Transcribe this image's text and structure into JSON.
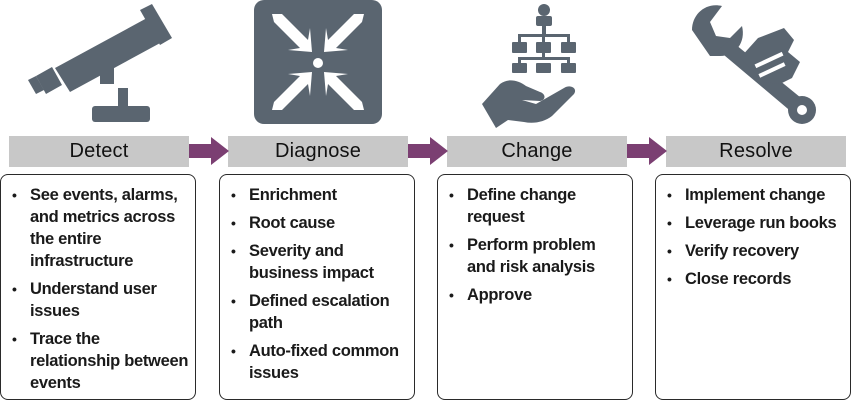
{
  "colors": {
    "icon": "#5a6570",
    "stage_bar": "#c8c8c8",
    "arrow": "#7b3f72",
    "card_border": "#2a2a2a"
  },
  "stages": [
    {
      "label": "Detect",
      "icon": "telescope-icon",
      "items": [
        "See events, alarms, and metrics across the entire infrastructure",
        "Understand user issues",
        "Trace the relationship between events"
      ]
    },
    {
      "label": "Diagnose",
      "icon": "converging-arrows-icon",
      "items": [
        "Enrichment",
        "Root cause",
        "Severity and business impact",
        "Defined escalation path",
        "Auto-fixed common issues"
      ]
    },
    {
      "label": "Change",
      "icon": "hand-org-chart-icon",
      "items": [
        "Define change request",
        "Perform problem and risk analysis",
        "Approve"
      ]
    },
    {
      "label": "Resolve",
      "icon": "wrench-icon",
      "items": [
        "Implement change",
        "Leverage run books",
        "Verify recovery",
        "Close records"
      ]
    }
  ]
}
